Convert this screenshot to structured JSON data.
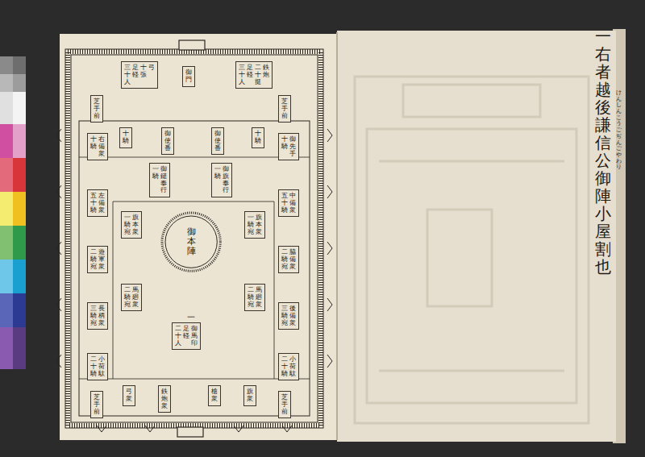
{
  "diagram": {
    "title": "一右者越後謙信公御陣小屋割也",
    "nodes": [
      {
        "text": [
          "御門"
        ]
      },
      {
        "text": [
          "鉄炮",
          "二十挺",
          "足軽",
          "三十人"
        ]
      },
      {
        "text": [
          "弓",
          "十張",
          "足軽",
          "三十人"
        ]
      },
      {
        "text": [
          "芝手前"
        ]
      },
      {
        "text": [
          "芝手前"
        ]
      },
      {
        "text": [
          "十騎"
        ]
      },
      {
        "text": [
          "御使番"
        ]
      },
      {
        "text": [
          "御使番"
        ]
      },
      {
        "text": [
          "十騎"
        ]
      },
      {
        "text": [
          "御旗奉行",
          "一騎"
        ]
      },
      {
        "text": [
          "御鑓奉行",
          "一騎"
        ]
      },
      {
        "text": [
          "御先手",
          "十騎"
        ]
      },
      {
        "text": [
          "中備衆",
          "五十騎"
        ]
      },
      {
        "text": [
          "脇備衆",
          "二騎宛"
        ]
      },
      {
        "text": [
          "後備衆",
          "三騎宛"
        ]
      },
      {
        "text": [
          "小荷駄",
          "二十騎"
        ]
      },
      {
        "text": [
          "右備衆",
          "十騎"
        ]
      },
      {
        "text": [
          "左備衆",
          "五十騎"
        ]
      },
      {
        "text": [
          "遊軍衆",
          "二騎宛"
        ]
      },
      {
        "text": [
          "長柄衆",
          "三騎宛"
        ]
      },
      {
        "text": [
          "小荷駄",
          "二十騎"
        ]
      },
      {
        "text": [
          "旗本衆",
          "一騎宛"
        ]
      },
      {
        "text": [
          "馬廻衆",
          "二騎宛"
        ]
      },
      {
        "text": [
          "旗本衆",
          "一騎宛"
        ]
      },
      {
        "text": [
          "馬廻衆",
          "二騎宛"
        ]
      },
      {
        "text": [
          "御本陣"
        ]
      },
      {
        "text": [
          "御馬印",
          "足軽",
          "二十人"
        ]
      },
      {
        "text": [
          "弓衆"
        ]
      },
      {
        "text": [
          "鉄炮衆"
        ]
      },
      {
        "text": [
          "槍衆"
        ]
      },
      {
        "text": [
          "旗衆"
        ]
      },
      {
        "text": [
          "芝手前"
        ]
      },
      {
        "text": [
          "芝手前"
        ]
      }
    ],
    "labels": [
      "一",
      "けんしんこうごぢんごやわり"
    ]
  }
}
